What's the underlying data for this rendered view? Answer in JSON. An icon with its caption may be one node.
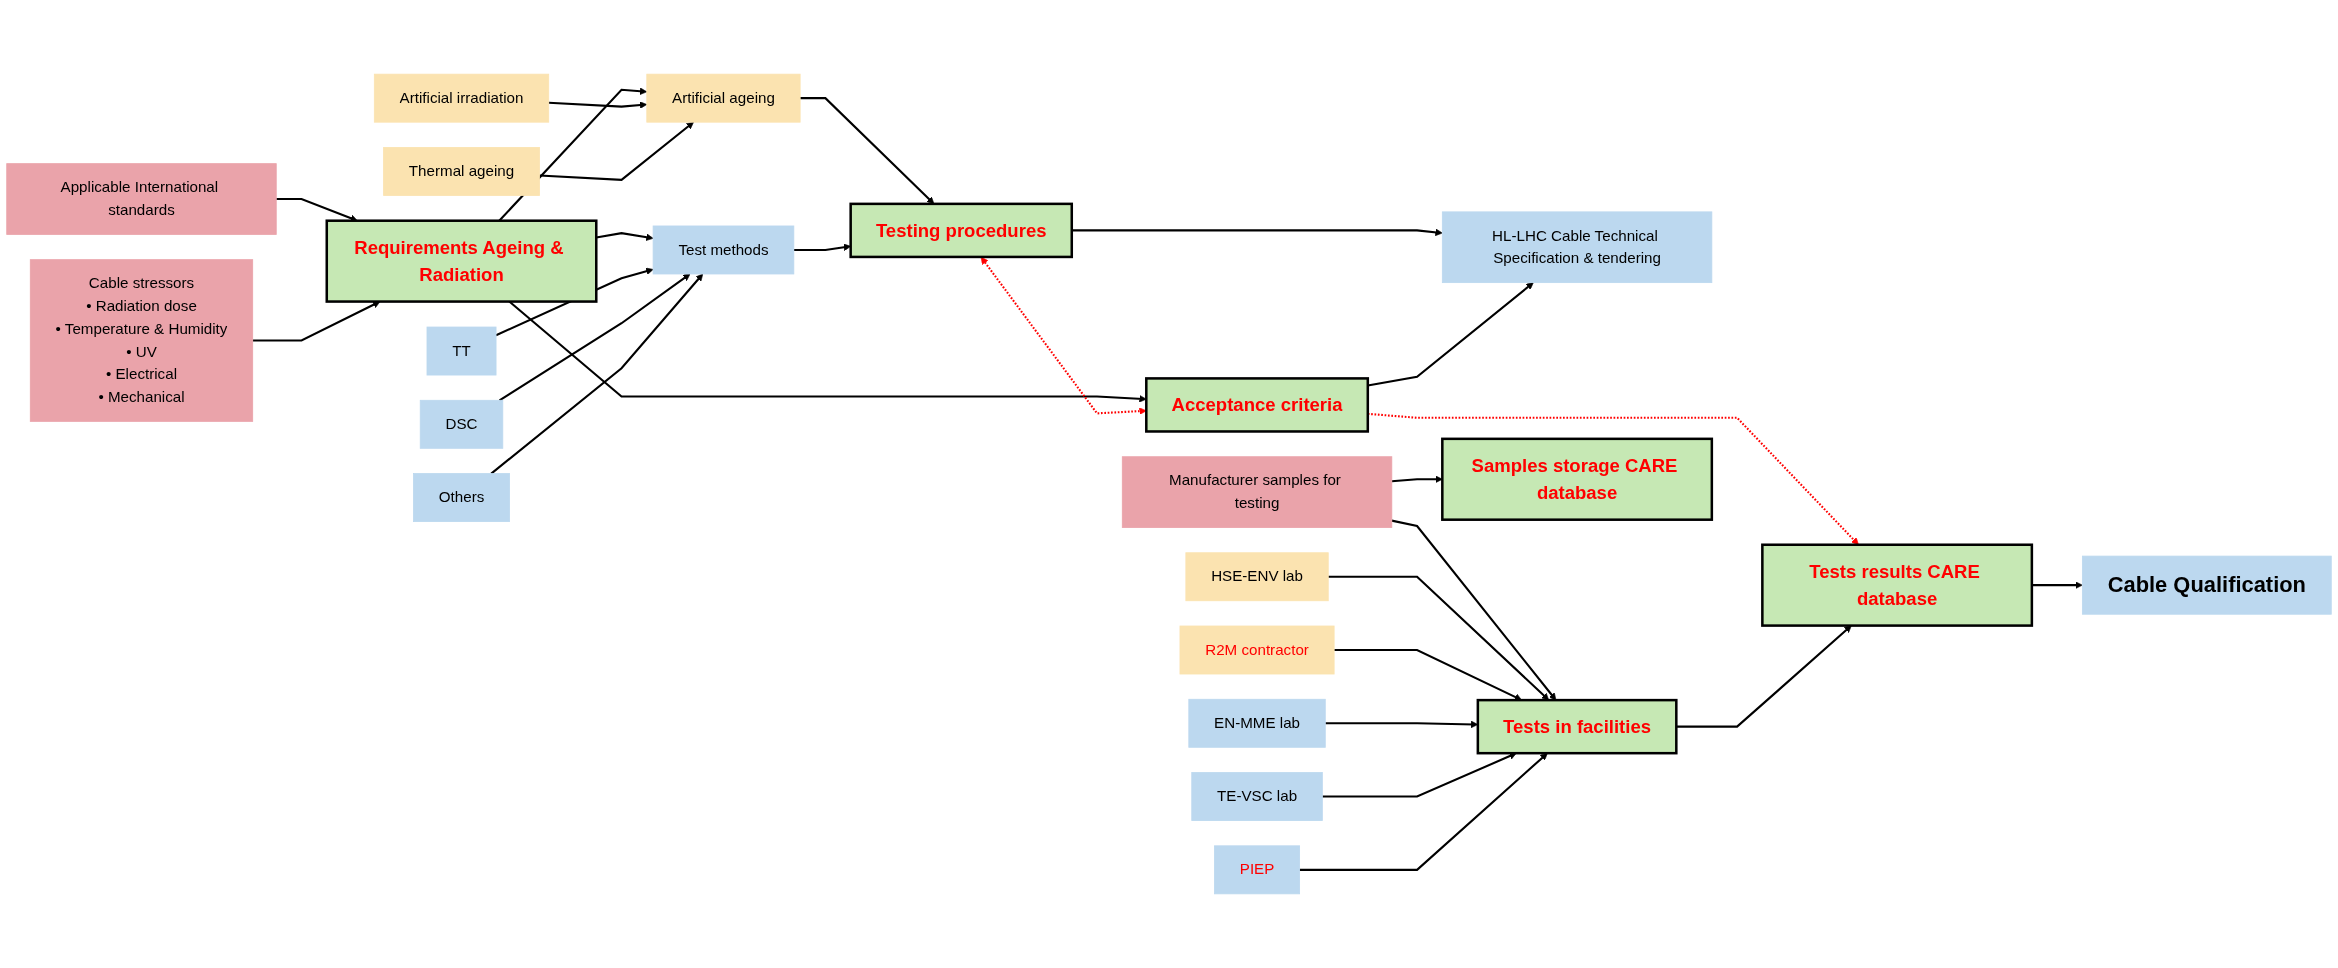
{
  "diagram": {
    "nodes": [
      {
        "text": [
          "Applicable International standards"
        ]
      },
      {
        "text": [
          "Cable stressors",
          "• Radiation dose",
          "• Temperature & Humidity",
          "• UV",
          "• Electrical",
          "• Mechanical"
        ]
      },
      {
        "text": [
          "Requirements Ageing & Radiation"
        ]
      },
      {
        "text": [
          "Artificial irradiation"
        ]
      },
      {
        "text": [
          "Thermal ageing"
        ]
      },
      {
        "text": [
          "Artificial ageing"
        ]
      },
      {
        "text": [
          "Test methods"
        ]
      },
      {
        "text": [
          "TT"
        ]
      },
      {
        "text": [
          "DSC"
        ]
      },
      {
        "text": [
          "Others"
        ]
      },
      {
        "text": [
          "Testing procedures"
        ]
      },
      {
        "text": [
          "HL-LHC Cable Technical Specification & tendering"
        ]
      },
      {
        "text": [
          "Acceptance criteria"
        ]
      },
      {
        "text": [
          "HSE-ENV lab"
        ]
      },
      {
        "text": [
          "R2M contractor"
        ]
      },
      {
        "text": [
          "Manufacturer samples for testing"
        ]
      },
      {
        "text": [
          "Tests in facilities"
        ]
      },
      {
        "text": [
          "Tests results CARE database"
        ]
      },
      {
        "text": [
          "Cable Qualification"
        ]
      },
      {
        "text": [
          "Samples storage CARE database"
        ]
      },
      {
        "text": [
          "EN-MME lab"
        ]
      },
      {
        "text": [
          "TE-VSC lab"
        ]
      },
      {
        "text": [
          "PIEP"
        ]
      }
    ],
    "edges": [
      {
        "from": 0,
        "to": 2,
        "arrow": "to"
      },
      {
        "from": 1,
        "to": 2,
        "arrow": "to"
      },
      {
        "from": 2,
        "to": 5,
        "arrow": "to"
      },
      {
        "from": 2,
        "to": 6,
        "arrow": "to"
      },
      {
        "from": 3,
        "to": 5,
        "arrow": "to"
      },
      {
        "from": 4,
        "to": 5,
        "arrow": "to"
      },
      {
        "from": 7,
        "to": 6,
        "arrow": "to"
      },
      {
        "from": 8,
        "to": 6,
        "arrow": "to"
      },
      {
        "from": 9,
        "to": 6,
        "arrow": "to"
      },
      {
        "from": 5,
        "to": 10,
        "arrow": "to"
      },
      {
        "from": 6,
        "to": 10,
        "arrow": "to"
      },
      {
        "from": 2,
        "to": 12,
        "arrow": "to"
      },
      {
        "from": 10,
        "to": 11,
        "arrow": "to"
      },
      {
        "from": 12,
        "to": 11,
        "arrow": "to"
      },
      {
        "from": 10,
        "to": 12,
        "arrow": "both",
        "style": "dashed",
        "color": "#ff0000"
      },
      {
        "from": 12,
        "to": 17,
        "arrow": "to",
        "style": "dashed",
        "color": "#ff0000"
      },
      {
        "from": 15,
        "to": 16,
        "arrow": "to"
      },
      {
        "from": 15,
        "to": 19,
        "arrow": "to"
      },
      {
        "from": 13,
        "to": 16,
        "arrow": "to"
      },
      {
        "from": 14,
        "to": 16,
        "arrow": "to"
      },
      {
        "from": 20,
        "to": 16,
        "arrow": "to"
      },
      {
        "from": 21,
        "to": 16,
        "arrow": "to"
      },
      {
        "from": 22,
        "to": 16,
        "arrow": "to"
      },
      {
        "from": 16,
        "to": 17,
        "arrow": "to"
      },
      {
        "from": 17,
        "to": 18,
        "arrow": "to"
      }
    ]
  }
}
